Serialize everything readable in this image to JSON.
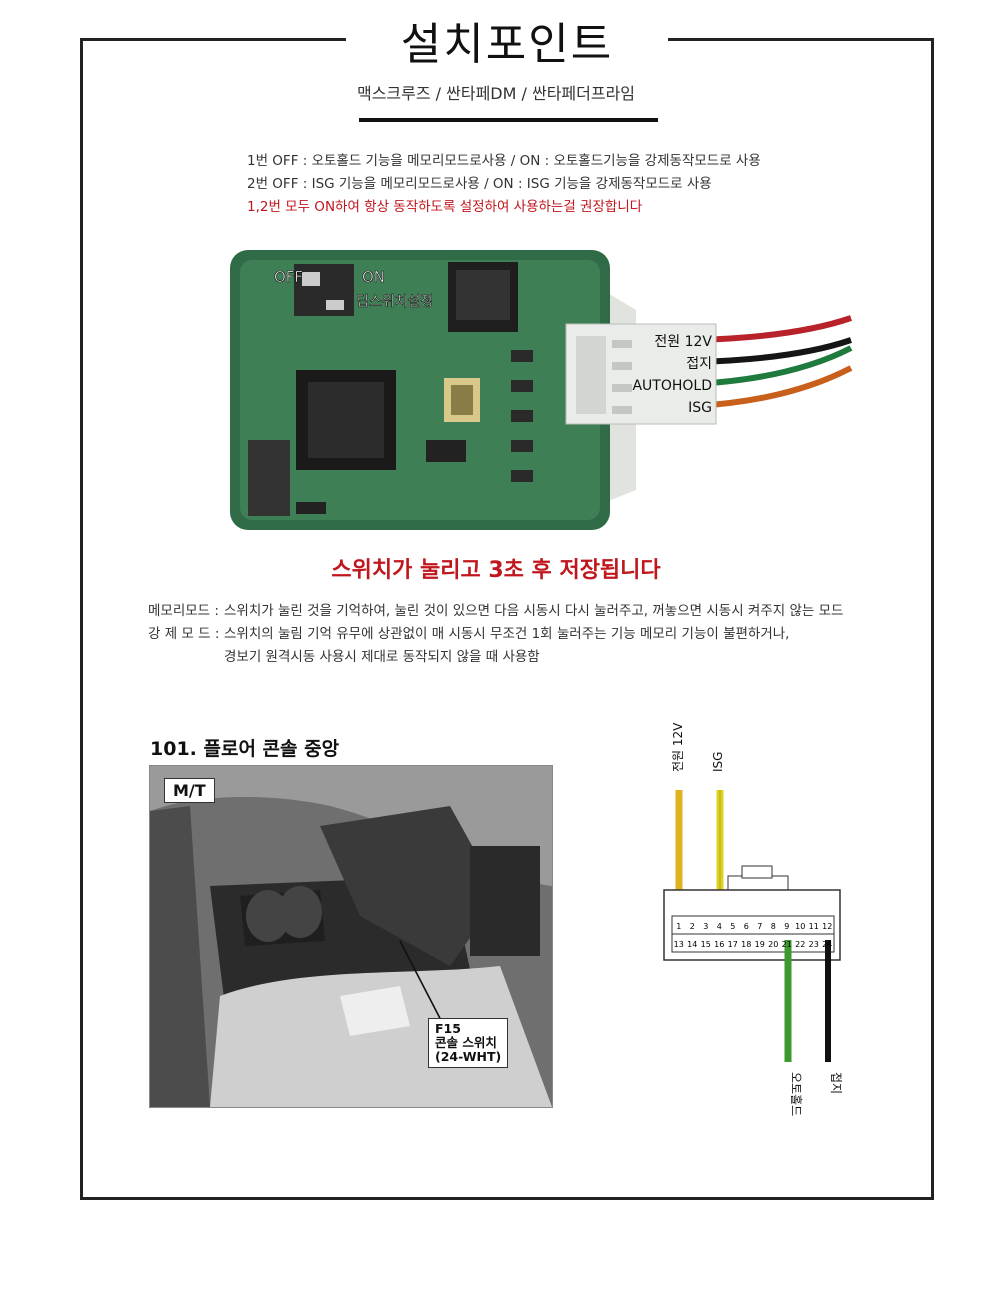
{
  "header": {
    "title": "설치포인트",
    "subtitle": "맥스크루즈 / 싼타페DM / 싼타페더프라임"
  },
  "notes": [
    {
      "text": "1번 OFF : 오토홀드 기능을 메모리모드로사용 / ON : 오토홀드기능을 강제동작모드로 사용",
      "highlight": false
    },
    {
      "text": "2번 OFF : ISG 기능을 메모리모드로사용 / ON : ISG 기능을 강제동작모드로 사용",
      "highlight": false
    },
    {
      "text": "1,2번 모두 ON하여 항상 동작하도록 설정하여 사용하는걸 권장합니다",
      "highlight": true
    }
  ],
  "pcb": {
    "off_label": "OFF",
    "on_label": "ON",
    "dip_label": "딥스위치설정",
    "wires": [
      {
        "label": "전원 12V",
        "color": "#b8222a"
      },
      {
        "label": "접지",
        "color": "#151515"
      },
      {
        "label": "AUTOHOLD",
        "color": "#1f7a3e"
      },
      {
        "label": "ISG",
        "color": "#c8601c"
      }
    ]
  },
  "save_message": "스위치가 눌리고 3초 후 저장됩니다",
  "modes": {
    "memory_label": "메모리모드 :",
    "memory_text": "스위치가 눌린 것을 기억하여, 눌린 것이 있으면 다음 시동시 다시 눌러주고, 꺼놓으면 시동시 켜주지 않는 모드",
    "force_label": "강  제 모 드 :",
    "force_text": "스위치의 눌림 기억 유무에 상관없이 매 시동시 무조건 1회 눌러주는 기능 메모리 기능이 불편하거나,",
    "force_text2": "경보기 원격시동 사용시 제대로 동작되지 않을 때 사용함"
  },
  "console": {
    "title": "101. 플로어 콘솔 중앙",
    "mt_label": "M/T",
    "callout_line1": "F15",
    "callout_line2": "콘솔 스위치",
    "callout_line3": "(24-WHT)"
  },
  "connector": {
    "top_labels": [
      "전원 12V",
      "ISG"
    ],
    "bottom_labels": [
      "오토홀드",
      "접지"
    ],
    "top_row": [
      "12",
      "11",
      "10",
      "9",
      "8",
      "7",
      "6",
      "5",
      "4",
      "3",
      "2",
      "1"
    ],
    "bottom_row": [
      "24",
      "23",
      "22",
      "21",
      "20",
      "19",
      "18",
      "17",
      "16",
      "15",
      "14",
      "13"
    ],
    "colors": {
      "power": "#e0b21c",
      "isg": "#e0d21c",
      "autohold": "#3a9a2c",
      "ground": "#111111"
    }
  }
}
